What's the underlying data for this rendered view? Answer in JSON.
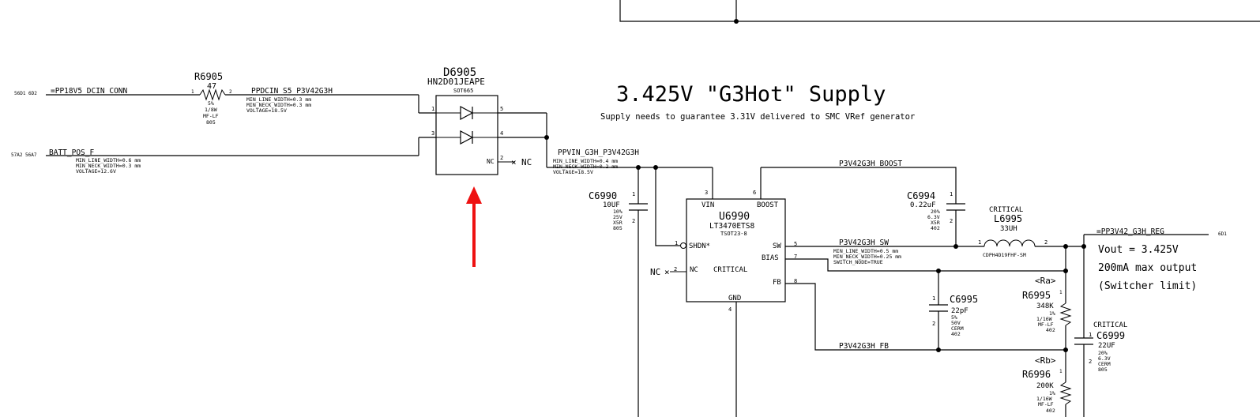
{
  "title": "3.425V \"G3Hot\" Supply",
  "subtitle": "Supply needs to guarantee 3.31V delivered to SMC VRef generator",
  "nets": {
    "dcin_ref": "56D1 6D2",
    "dcin": "=PP18V5_DCIN_CONN",
    "batt_ref": "57A2 56A7",
    "batt": "BATT_POS_F",
    "batt_attr1": "MIN_LINE_WIDTH=0.6 mm",
    "batt_attr2": "MIN_NECK_WIDTH=0.3 mm",
    "batt_attr3": "VOLTAGE=12.6V",
    "ppdcin": "PPDCIN_S5_P3V42G3H",
    "ppdcin_attr1": "MIN_LINE_WIDTH=0.3 mm",
    "ppdcin_attr2": "MIN_NECK_WIDTH=0.3 mm",
    "ppdcin_attr3": "VOLTAGE=18.5V",
    "ppvin": "PPVIN_G3H_P3V42G3H",
    "ppvin_attr1": "MIN_LINE_WIDTH=0.4 mm",
    "ppvin_attr2": "MIN_NECK_WIDTH=0.2 mm",
    "ppvin_attr3": "VOLTAGE=18.5V",
    "boost": "P3V42G3H_BOOST",
    "sw": "P3V42G3H_SW",
    "sw_attr1": "MIN_LINE_WIDTH=0.5 mm",
    "sw_attr2": "MIN_NECK_WIDTH=0.25 mm",
    "sw_attr3": "SWITCH_NODE=TRUE",
    "fb": "P3V42G3H_FB",
    "out": "=PP3V42_G3H_REG",
    "out_ref": "6D1"
  },
  "r6905": {
    "ref": "R6905",
    "value": "47",
    "pin1": "1",
    "pin2": "2",
    "a1": "5%",
    "a2": "1/8W",
    "a3": "MF-LF",
    "a4": "805"
  },
  "d6905": {
    "ref": "D6905",
    "part": "HN2D01JEAPE",
    "pkg": "SOT665",
    "p1": "1",
    "p3": "3",
    "p5": "5",
    "p4": "4",
    "p2": "2",
    "nc": "NC",
    "nc_ext": "NC"
  },
  "c6990": {
    "ref": "C6990",
    "value": "10UF",
    "a1": "10%",
    "a2": "25V",
    "a3": "X5R",
    "a4": "805",
    "p1": "1",
    "p2": "2"
  },
  "u6990": {
    "ref": "U6990",
    "part": "LT3470ETS8",
    "pkg": "TSOT23-8",
    "vin": "VIN",
    "boost": "BOOST",
    "shdn": "SHDN*",
    "sw": "SW",
    "bias": "BIAS",
    "nc": "NC",
    "critical": "CRITICAL",
    "fb": "FB",
    "gnd": "GND",
    "p3": "3",
    "p6": "6",
    "p1": "1",
    "p5": "5",
    "p7": "7",
    "p2": "2",
    "p8": "8",
    "p4": "4",
    "nc_ext": "NC"
  },
  "c6994": {
    "ref": "C6994",
    "value": "0.22uF",
    "a1": "20%",
    "a2": "6.3V",
    "a3": "X5R",
    "a4": "402",
    "p1": "1",
    "p2": "2"
  },
  "l6995": {
    "critical": "CRITICAL",
    "ref": "L6995",
    "value": "33UH",
    "part": "CDPH4D19FHF-SM",
    "p1": "1",
    "p2": "2"
  },
  "c6995": {
    "ref": "C6995",
    "value": "22pF",
    "a1": "5%",
    "a2": "50V",
    "a3": "CERM",
    "a4": "402",
    "p1": "1",
    "p2": "2"
  },
  "r6995": {
    "tag": "<Ra>",
    "ref": "R6995",
    "value": "348K",
    "a1": "1%",
    "a2": "1/16W",
    "a3": "MF-LF",
    "a4": "402",
    "p1": "1"
  },
  "r6996": {
    "tag": "<Rb>",
    "ref": "R6996",
    "value": "200K",
    "a1": "1%",
    "a2": "1/16W",
    "a3": "MF-LF",
    "a4": "402",
    "p1": "1"
  },
  "c6999": {
    "critical": "CRITICAL",
    "ref": "C6999",
    "value": "22UF",
    "a1": "20%",
    "a2": "6.3V",
    "a3": "CERM",
    "a4": "805",
    "p1": "1",
    "p2": "2"
  },
  "notes": {
    "vout": "Vout = 3.425V",
    "current": "200mA max output",
    "limit": "(Switcher limit)"
  },
  "colors": {
    "arrow": "#ee1111",
    "ink": "#000000"
  }
}
